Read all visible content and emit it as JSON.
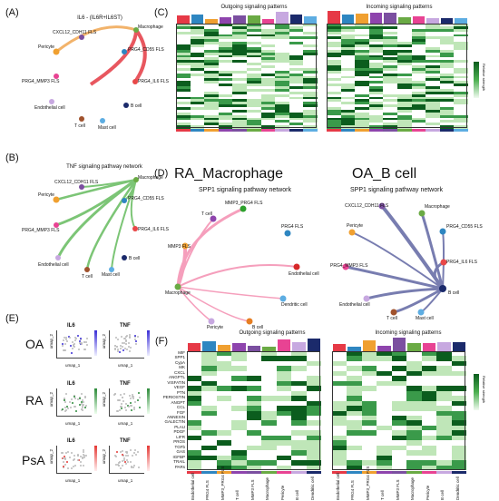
{
  "panels": {
    "A": {
      "label": "(A)",
      "title": "IL6 - (IL6R+IL6ST)",
      "nodes": [
        "CXCL12_CDH11 FLS",
        "Macrophage",
        "Pericyte",
        "PRG4_CD55 FLS",
        "PRG4_MMP3 FLS",
        "PRG4_IL6 FLS",
        "Endothelial cell",
        "B cell",
        "T cell",
        "Mast cell"
      ]
    },
    "B": {
      "label": "(B)",
      "title": "TNF signaling pathway network",
      "nodes": [
        "CXCL12_CDH11 FLS",
        "Macrophage",
        "Pericyte",
        "PRG4_CD55 FLS",
        "PRG4_MMP3 FLS",
        "PRG4_IL6 FLS",
        "Endothelial cell",
        "B cell",
        "T cell",
        "Mast cell"
      ]
    },
    "C": {
      "label": "(C)",
      "title_left": "Outgoing signaling patterns",
      "title_right": "Incoming signaling patterns",
      "legend": "Relative strength"
    },
    "D": {
      "label": "(D)",
      "left_header": "RA_Macrophage",
      "right_header": "OA_B cell",
      "left_title": "SPP1 signaling pathway network",
      "right_title": "SPP1 signaling pathway network",
      "left_nodes": [
        "MMP3_PRG4 FLS",
        "T cell",
        "PRG4 FLS",
        "MMP3 FLS",
        "Endothelial cell",
        "Macrophage",
        "Dendritic cell",
        "Pericyte",
        "B cell"
      ],
      "right_nodes": [
        "CXCL12_CDH11 FLS",
        "Macrophage",
        "PRG4_CD55 FLS",
        "Pericyte",
        "PRG4_IL6 FLS",
        "PRG4_MMP3 FLS",
        "B cell",
        "Endothelial cell",
        "T cell",
        "Mast cell"
      ]
    },
    "E": {
      "label": "(E)",
      "rows": [
        "OA",
        "RA",
        "PsA"
      ],
      "genes": [
        "IL6",
        "TNF"
      ],
      "axis_x": "umap_1",
      "axis_y": "umap_2"
    },
    "F": {
      "label": "(F)",
      "title_left": "Outgoing signaling patterns",
      "title_right": "Incoming signaling patterns",
      "legend": "Relative strength",
      "pathways": [
        "MIF",
        "SPP1",
        "CypA",
        "MK",
        "CXCL",
        "ANGPTL",
        "VISFATIN",
        "VEGF",
        "PTN",
        "PERIOSTIN",
        "ANGPT",
        "CCL",
        "FGF",
        "ANNEXIN",
        "GALECTIN",
        "PLAU",
        "PDGF",
        "LIFR",
        "PROS",
        "TGFb",
        "GAS",
        "IGFBP",
        "TRAIL",
        "PARs"
      ],
      "cells": [
        "Endothelial cell",
        "PRG4 FLS",
        "MMP3_PRG4 FLS",
        "T cell",
        "MMP3 FLS",
        "Macrophage",
        "Pericyte",
        "B cell",
        "Dendritic cell"
      ]
    }
  },
  "colors": {
    "heat_dark": "#0b5d1e",
    "heat_mid": "#4caf50",
    "heat_light": "#d9f0d3",
    "pink_edge": "#f48fb1",
    "blue_edge": "#6a6fa8",
    "green_edge": "#66bb6a"
  }
}
